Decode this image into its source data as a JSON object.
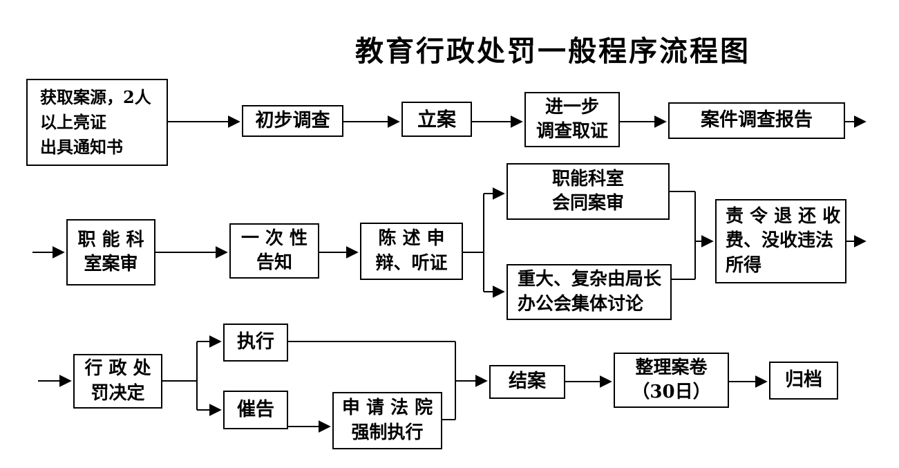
{
  "title": "教育行政处罚一般程序流程图",
  "colors": {
    "line": "#000000",
    "box_border": "#000000",
    "background": "#ffffff",
    "text": "#000000"
  },
  "nodes": {
    "source": {
      "lines": [
        "获取案源，2人",
        "以上亮证",
        "出具通知书"
      ]
    },
    "prelim": {
      "lines": [
        "初步调查"
      ]
    },
    "filing": {
      "lines": [
        "立案"
      ]
    },
    "further": {
      "lines": [
        "进一步",
        "调查取证"
      ]
    },
    "report": {
      "lines": [
        "案件调查报告"
      ]
    },
    "deptrev": {
      "lines": [
        "职 能 科",
        "室案审"
      ]
    },
    "onetime": {
      "lines": [
        "一 次 性",
        "告知"
      ]
    },
    "statement": {
      "lines": [
        "陈 述 申",
        "辩、听证"
      ]
    },
    "jointrev": {
      "lines": [
        "职能科室",
        "会同案审"
      ]
    },
    "major": {
      "lines": [
        "重大、复杂由局长",
        "办公会集体讨论"
      ]
    },
    "refund": {
      "lines": [
        "责 令 退 还 收",
        "费、没收违法",
        "所得"
      ]
    },
    "decision": {
      "lines": [
        "行 政 处",
        "罚决定"
      ]
    },
    "execute": {
      "lines": [
        "执行"
      ]
    },
    "urge": {
      "lines": [
        "催告"
      ]
    },
    "court": {
      "lines": [
        "申 请 法 院",
        "强制执行"
      ]
    },
    "close": {
      "lines": [
        "结案"
      ]
    },
    "archive30": {
      "lines": [
        "整理案卷",
        "（30日）"
      ]
    },
    "filed": {
      "lines": [
        "归档"
      ]
    }
  }
}
